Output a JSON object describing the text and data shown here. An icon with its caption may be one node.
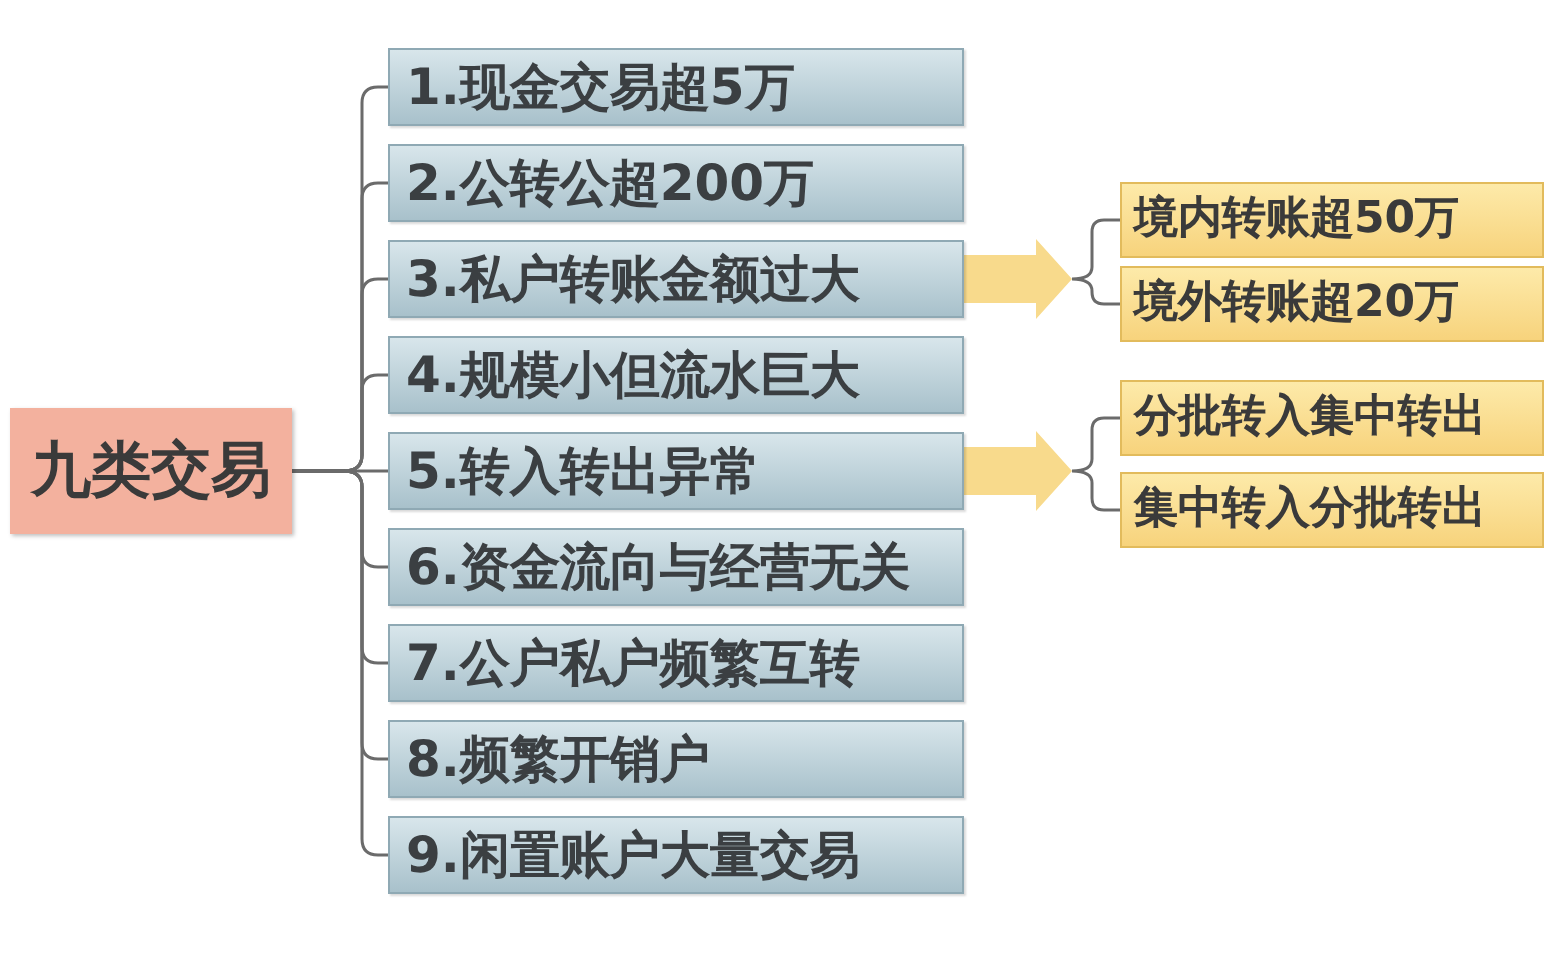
{
  "diagram": {
    "nodes": [
      {
        "text": [
          "九类交易"
        ]
      },
      {
        "text": [
          "1.现金交易超5万"
        ]
      },
      {
        "text": [
          "2.公转公超200万"
        ]
      },
      {
        "text": [
          "3.私户转账金额过大"
        ]
      },
      {
        "text": [
          "4.规模小但流水巨大"
        ]
      },
      {
        "text": [
          "5.转入转出异常"
        ]
      },
      {
        "text": [
          "6.资金流向与经营无关"
        ]
      },
      {
        "text": [
          "7.公户私户频繁互转"
        ]
      },
      {
        "text": [
          "8.频繁开销户"
        ]
      },
      {
        "text": [
          "9.闲置账户大量交易"
        ]
      },
      {
        "text": [],
        "shape": "brace"
      },
      {
        "text": [
          "境内转账超50万"
        ]
      },
      {
        "text": [
          "境外转账超20万"
        ]
      },
      {
        "text": [],
        "shape": "brace"
      },
      {
        "text": [
          "分批转入集中转出"
        ]
      },
      {
        "text": [
          "集中转入分批转出"
        ]
      }
    ],
    "edges": [
      {
        "from": 0,
        "to": 1,
        "arrow": "none"
      },
      {
        "from": 0,
        "to": 2,
        "arrow": "none"
      },
      {
        "from": 0,
        "to": 3,
        "arrow": "none"
      },
      {
        "from": 0,
        "to": 4,
        "arrow": "none"
      },
      {
        "from": 0,
        "to": 5,
        "arrow": "none"
      },
      {
        "from": 0,
        "to": 6,
        "arrow": "none"
      },
      {
        "from": 0,
        "to": 7,
        "arrow": "none"
      },
      {
        "from": 0,
        "to": 8,
        "arrow": "none"
      },
      {
        "from": 0,
        "to": 9,
        "arrow": "none"
      },
      {
        "from": 3,
        "to": 10,
        "arrow": "to",
        "style": "thick",
        "color": "#f8da8c"
      },
      {
        "from": 10,
        "to": 11,
        "arrow": "none"
      },
      {
        "from": 10,
        "to": 12,
        "arrow": "none"
      },
      {
        "from": 5,
        "to": 13,
        "arrow": "to",
        "style": "thick",
        "color": "#f8da8c"
      },
      {
        "from": 13,
        "to": 14,
        "arrow": "none"
      },
      {
        "from": 13,
        "to": 15,
        "arrow": "none"
      }
    ]
  }
}
